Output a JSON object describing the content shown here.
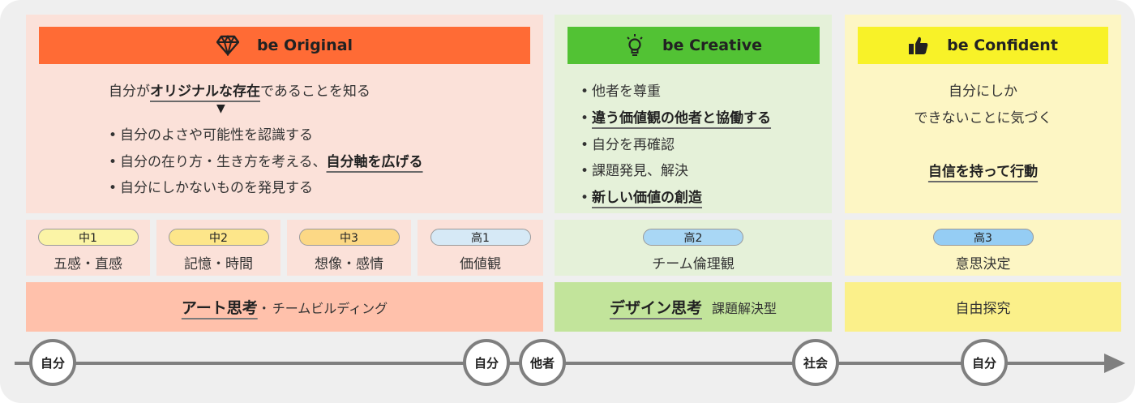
{
  "colors": {
    "original_panel": "#fbe1d9",
    "original_banner": "#ff6b35",
    "original_bottom": "#ffc1ab",
    "creative_panel": "#e5f1d9",
    "creative_banner": "#52c234",
    "creative_bottom": "#c2e49b",
    "confident_panel": "#fdf6c4",
    "confident_banner": "#f8f228",
    "confident_bottom": "#fbf08a",
    "pill_yellow_1": "#fbf4a6",
    "pill_yellow_2": "#fde68a",
    "pill_orange": "#fcd885",
    "pill_blue_light": "#d6e9f6",
    "pill_blue": "#a9d7f5",
    "pill_blue_mid": "#95cdf4",
    "axis": "#7f7f7f"
  },
  "original": {
    "icon": "diamond-icon",
    "title": "be Original",
    "intro_plain": "自分が",
    "intro_strong": "オリジナルな存在",
    "intro_tail": "であることを知る",
    "arrow": "▼",
    "bullet1": "自分のよさや可能性を認識する",
    "bullet2_plain": "自分の在り方・生き方を考える、",
    "bullet2_strong": "自分軸を広げる",
    "bullet3": "自分にしかないものを発見する",
    "cells": [
      {
        "grade": "中1",
        "label": "五感・直感"
      },
      {
        "grade": "中2",
        "label": "記憶・時間"
      },
      {
        "grade": "中3",
        "label": "想像・感情"
      },
      {
        "grade": "高1",
        "label": "価値観"
      }
    ],
    "thinking_strong": "アート思考",
    "thinking_dot": "・",
    "thinking_sub": "チームビルディング"
  },
  "creative": {
    "icon": "lightbulb-icon",
    "title": "be Creative",
    "bullet1": "他者を尊重",
    "bullet2": "違う価値観の他者と協働する",
    "bullet3": "自分を再確認",
    "bullet4": "課題発見、解決",
    "bullet5": "新しい価値の創造",
    "grade": "高2",
    "label": "チーム倫理観",
    "thinking_strong": "デザイン思考",
    "thinking_sub": "課題解決型"
  },
  "confident": {
    "icon": "thumbs-up-icon",
    "title": "be Confident",
    "line1": "自分にしか",
    "line2": "できないことに気づく",
    "line3": "自信を持って行動",
    "grade": "高3",
    "label": "意思決定",
    "bottom": "自由探究"
  },
  "axis": {
    "nodes": [
      "自分",
      "自分",
      "他者",
      "社会",
      "自分"
    ]
  }
}
